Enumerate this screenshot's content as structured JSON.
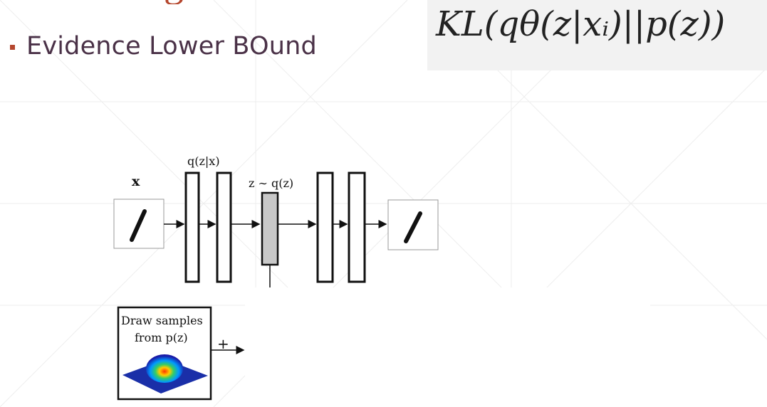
{
  "slide": {
    "title_fragment": "g",
    "bullet": "Evidence Lower BOund",
    "formula": "KL(qθ(z|xᵢ)||p(z))"
  },
  "diagram": {
    "input_label": "x",
    "encoder_label": "q(z|x)",
    "latent_label": "z ∼ q(z)",
    "sampler_label_line1": "Draw samples",
    "sampler_label_line2": "from p(z)",
    "plus": "+"
  },
  "colors": {
    "accent": "#b5472e",
    "bullet_text": "#4a3147",
    "latent_fill": "#c8c8c8",
    "formula_bg": "#f2f2f2"
  }
}
